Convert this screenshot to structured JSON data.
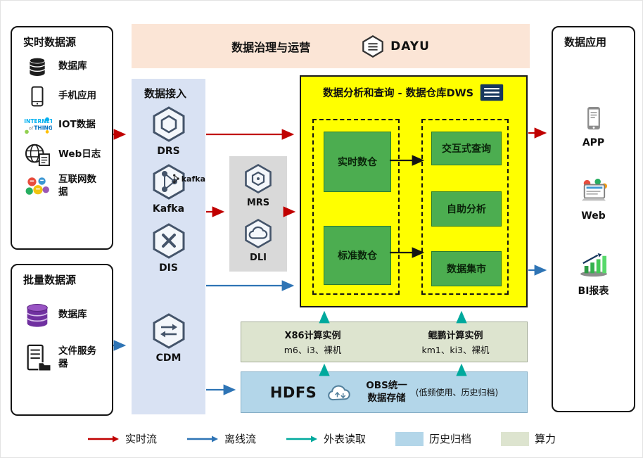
{
  "icons": {
    "iot_line1": "INTERNET",
    "iot_line2": "of",
    "iot_line3": "THINGS",
    "kafka_wordmark": "kafka"
  },
  "realtime_sources": {
    "title": "实时数据源",
    "items": [
      {
        "label": "数据库",
        "icon": "database-icon"
      },
      {
        "label": "手机应用",
        "icon": "mobile-app-icon"
      },
      {
        "label": "IOT数据",
        "icon": "iot-icon"
      },
      {
        "label": "Web日志",
        "icon": "web-log-icon"
      },
      {
        "label": "互联网数据",
        "icon": "internet-data-icon"
      }
    ]
  },
  "batch_sources": {
    "title": "批量数据源",
    "items": [
      {
        "label": "数据库",
        "icon": "database-stack-icon"
      },
      {
        "label": "文件服务器",
        "icon": "file-server-icon"
      }
    ]
  },
  "governance": {
    "title": "数据治理与运营",
    "product": "DAYU"
  },
  "ingestion": {
    "title": "数据接入",
    "services": [
      {
        "name": "DRS"
      },
      {
        "name": "Kafka"
      },
      {
        "name": "DIS"
      },
      {
        "name": "CDM"
      }
    ]
  },
  "processing": {
    "services": [
      {
        "name": "MRS"
      },
      {
        "name": "DLI"
      }
    ]
  },
  "dws": {
    "title": "数据分析和查询 - 数据仓库DWS",
    "warehouses": [
      {
        "label": "实时数仓"
      },
      {
        "label": "标准数仓"
      }
    ],
    "analytics": [
      {
        "label": "交互式查询"
      },
      {
        "label": "自助分析"
      },
      {
        "label": "数据集市"
      }
    ]
  },
  "compute": {
    "x86": {
      "title": "X86计算实例",
      "models": "m6、i3、裸机"
    },
    "kunpeng": {
      "title": "鲲鹏计算实例",
      "models": "km1、ki3、裸机"
    }
  },
  "storage": {
    "hdfs": "HDFS",
    "obs_line1": "OBS统一",
    "obs_line2": "数据存储",
    "note": "(低频使用、历史归档)"
  },
  "applications": {
    "title": "数据应用",
    "items": [
      {
        "label": "APP"
      },
      {
        "label": "Web"
      },
      {
        "label": "BI报表"
      }
    ]
  },
  "legend": {
    "items": [
      {
        "label": "实时流",
        "type": "arrow",
        "color": "#c00000"
      },
      {
        "label": "离线流",
        "type": "arrow",
        "color": "#2e74b5"
      },
      {
        "label": "外表读取",
        "type": "arrow",
        "color": "#00a99d"
      },
      {
        "label": "历史归档",
        "type": "swatch",
        "color": "#b3d6e9"
      },
      {
        "label": "算力",
        "type": "swatch",
        "color": "#dde4cf"
      }
    ]
  }
}
